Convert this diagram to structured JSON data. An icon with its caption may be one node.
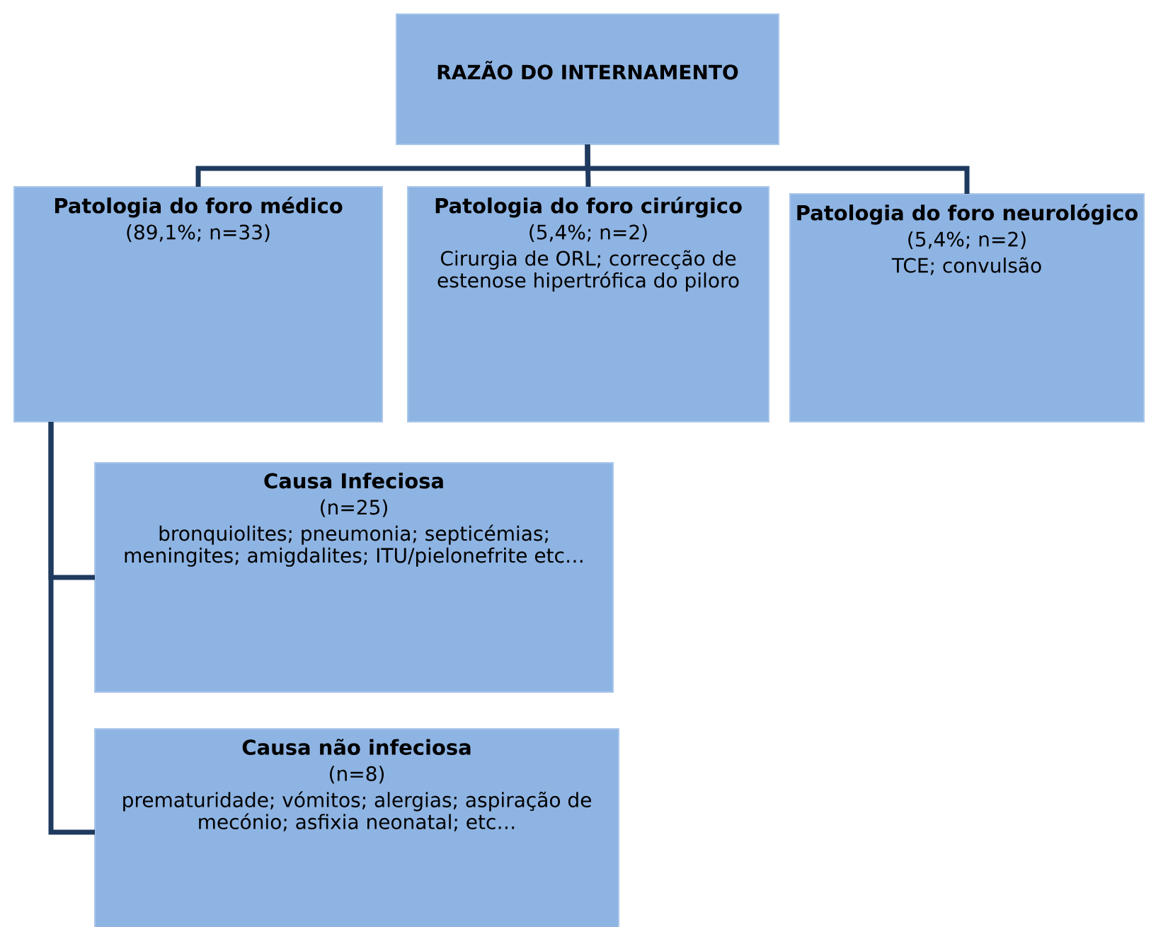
{
  "diagram": {
    "nodes": [
      {
        "text": [
          "RAZÃO DO INTERNAMENTO"
        ]
      },
      {
        "text": [
          "Patologia do foro médico",
          "(89,1%; n=33)"
        ]
      },
      {
        "text": [
          "Patologia do foro cirúrgico",
          "(5,4%; n=2)",
          "Cirurgia de ORL; correcção de estenose hipertrófica do piloro"
        ]
      },
      {
        "text": [
          "Patologia do foro neurológico",
          "(5,4%; n=2)",
          "TCE; convulsão"
        ]
      },
      {
        "text": [
          "Causa Infeciosa",
          "(n=25)",
          "bronquiolites; pneumonia; septicémias; meningites; amigdalites; ITU/pielonefrite etc…"
        ]
      },
      {
        "text": [
          "Causa não infeciosa",
          "(n=8)",
          "prematuridade; vómitos; alergias; aspiração de mecónio; asfixia neonatal; etc…"
        ]
      }
    ],
    "edges": [
      {
        "from": 0,
        "to": 1,
        "arrow": "none"
      },
      {
        "from": 0,
        "to": 2,
        "arrow": "none"
      },
      {
        "from": 0,
        "to": 3,
        "arrow": "none"
      },
      {
        "from": 1,
        "to": 4,
        "arrow": "none"
      },
      {
        "from": 1,
        "to": 5,
        "arrow": "none"
      }
    ]
  }
}
